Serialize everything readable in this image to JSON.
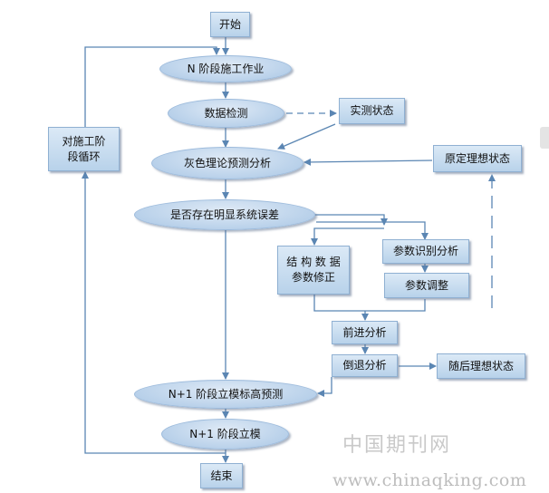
{
  "nodes": {
    "start": "开始",
    "n_stage_construction": "N 阶段施工作业",
    "data_detection": "数据检测",
    "measured_state": "实测状态",
    "grey_theory_analysis": "灰色理论预测分析",
    "original_ideal_state": "原定理想状态",
    "systematic_error_check": "是否存在明显系统误差",
    "structure_param_correction": "结 构 数 据\n参数修正",
    "param_identification": "参数识别分析",
    "param_adjustment": "参数调整",
    "forward_analysis": "前进分析",
    "backward_analysis": "倒退分析",
    "follow_up_ideal_state": "随后理想状态",
    "n1_elevation_prediction": "N+1 阶段立模标高预测",
    "n1_formwork": "N+1 阶段立模",
    "next_stage_loop": "对施工阶\n段循环",
    "end": "结束"
  },
  "watermark": {
    "line1": "中国期刊网",
    "line2": "www.chinaqking.com"
  },
  "colors": {
    "line": "#5b86b3",
    "fill_light": "#dbe9f6",
    "fill_dark": "#b8d2ea"
  }
}
